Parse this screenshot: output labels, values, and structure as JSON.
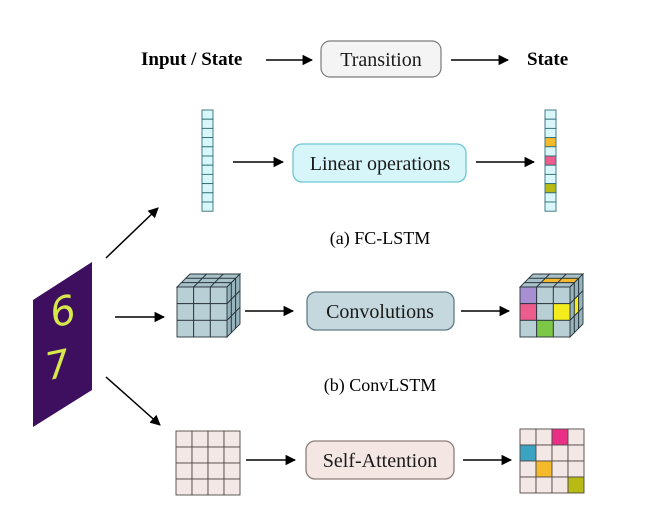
{
  "header": {
    "input_state": "Input / State",
    "transition": "Transition",
    "state": "State"
  },
  "fc_lstm": {
    "operation": "Linear operations",
    "caption": "(a) FC-LSTM"
  },
  "conv_lstm": {
    "operation": "Convolutions",
    "caption": "(b) ConvLSTM"
  },
  "self_attention": {
    "operation": "Self-Attention"
  },
  "input_digits": [
    "6",
    "7"
  ],
  "colors": {
    "fc_box_fill": "#d6f6fa",
    "fc_box_stroke": "#6cc6d2",
    "fc_vector_fill": "#d9f7fb",
    "conv_box_fill": "#c4d8de",
    "conv_box_stroke": "#5f7c86",
    "cube_face": "#b9cfd6",
    "attn_box_fill": "#f3e6e3",
    "attn_box_stroke": "#8d7d78",
    "attn_grid_fill": "#f4e8e6",
    "orange": "#f5b92c",
    "pink": "#ec5c8c",
    "olive": "#b6ba12",
    "green": "#7cc746",
    "purple": "#a78fd1",
    "yellow": "#f4ec1c",
    "teal": "#3ba4c3",
    "magenta": "#ea2f86",
    "digit_bg": "#3d0f5e",
    "digit_fg": "#d6e84a"
  },
  "icons": [
    "arrow-icon",
    "vector-icon",
    "cube-grid-icon",
    "grid-icon"
  ]
}
